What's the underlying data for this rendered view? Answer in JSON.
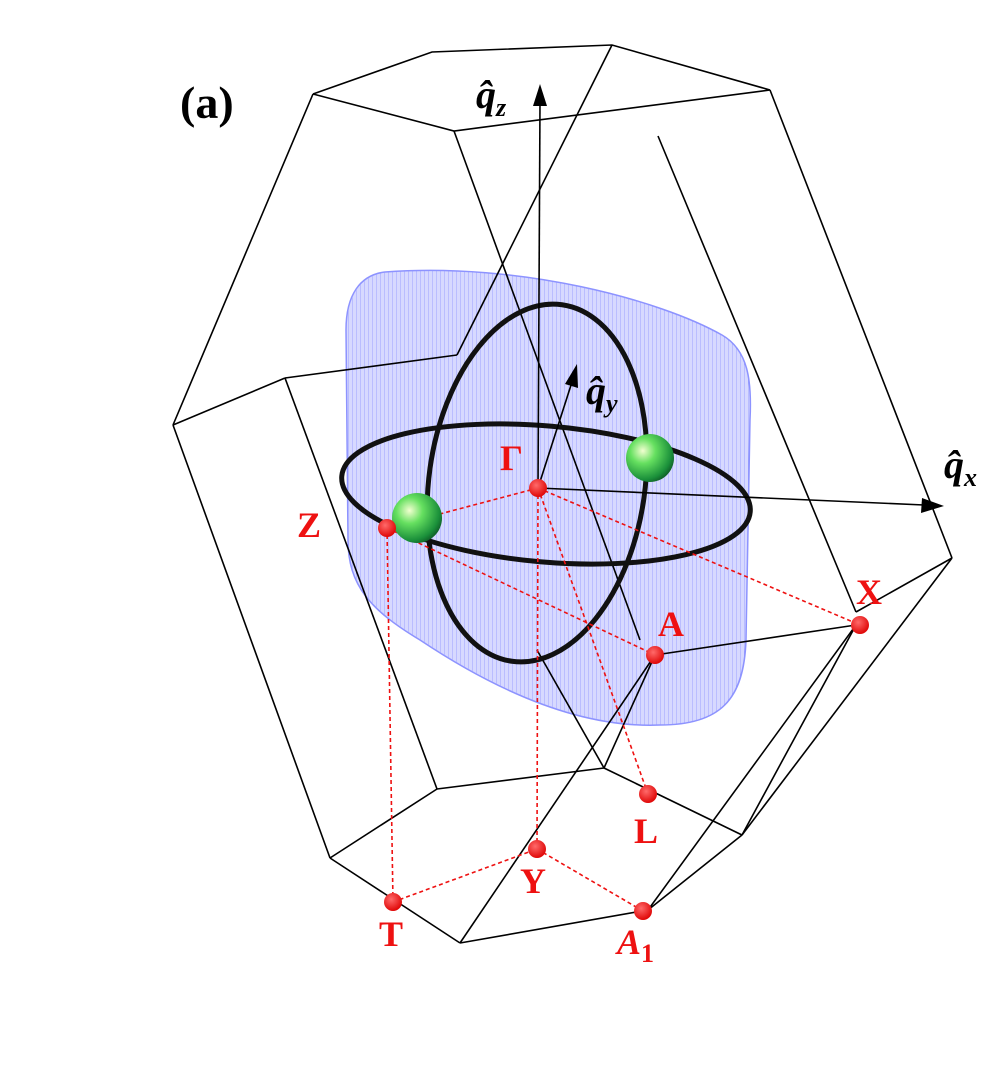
{
  "panel_label": "(a)",
  "axes": {
    "qz": {
      "base": "q̂",
      "sub": "z"
    },
    "qy": {
      "base": "q̂",
      "sub": "y"
    },
    "qx": {
      "base": "q̂",
      "sub": "x"
    }
  },
  "points": {
    "gamma": {
      "label": "Γ"
    },
    "z": {
      "label": "Z"
    },
    "x": {
      "label": "X"
    },
    "a": {
      "label": "A"
    },
    "l": {
      "label": "L"
    },
    "y": {
      "label": "Y"
    },
    "t": {
      "label": "T"
    },
    "a1": {
      "label": "A",
      "sub": "1"
    }
  },
  "colors": {
    "high_symmetry_points": "#ee1111",
    "fermi_surface": "#6f76ff",
    "nodal_rings": "#111111",
    "weyl_spheres": "#33cc33",
    "bz_edges": "#000000"
  }
}
